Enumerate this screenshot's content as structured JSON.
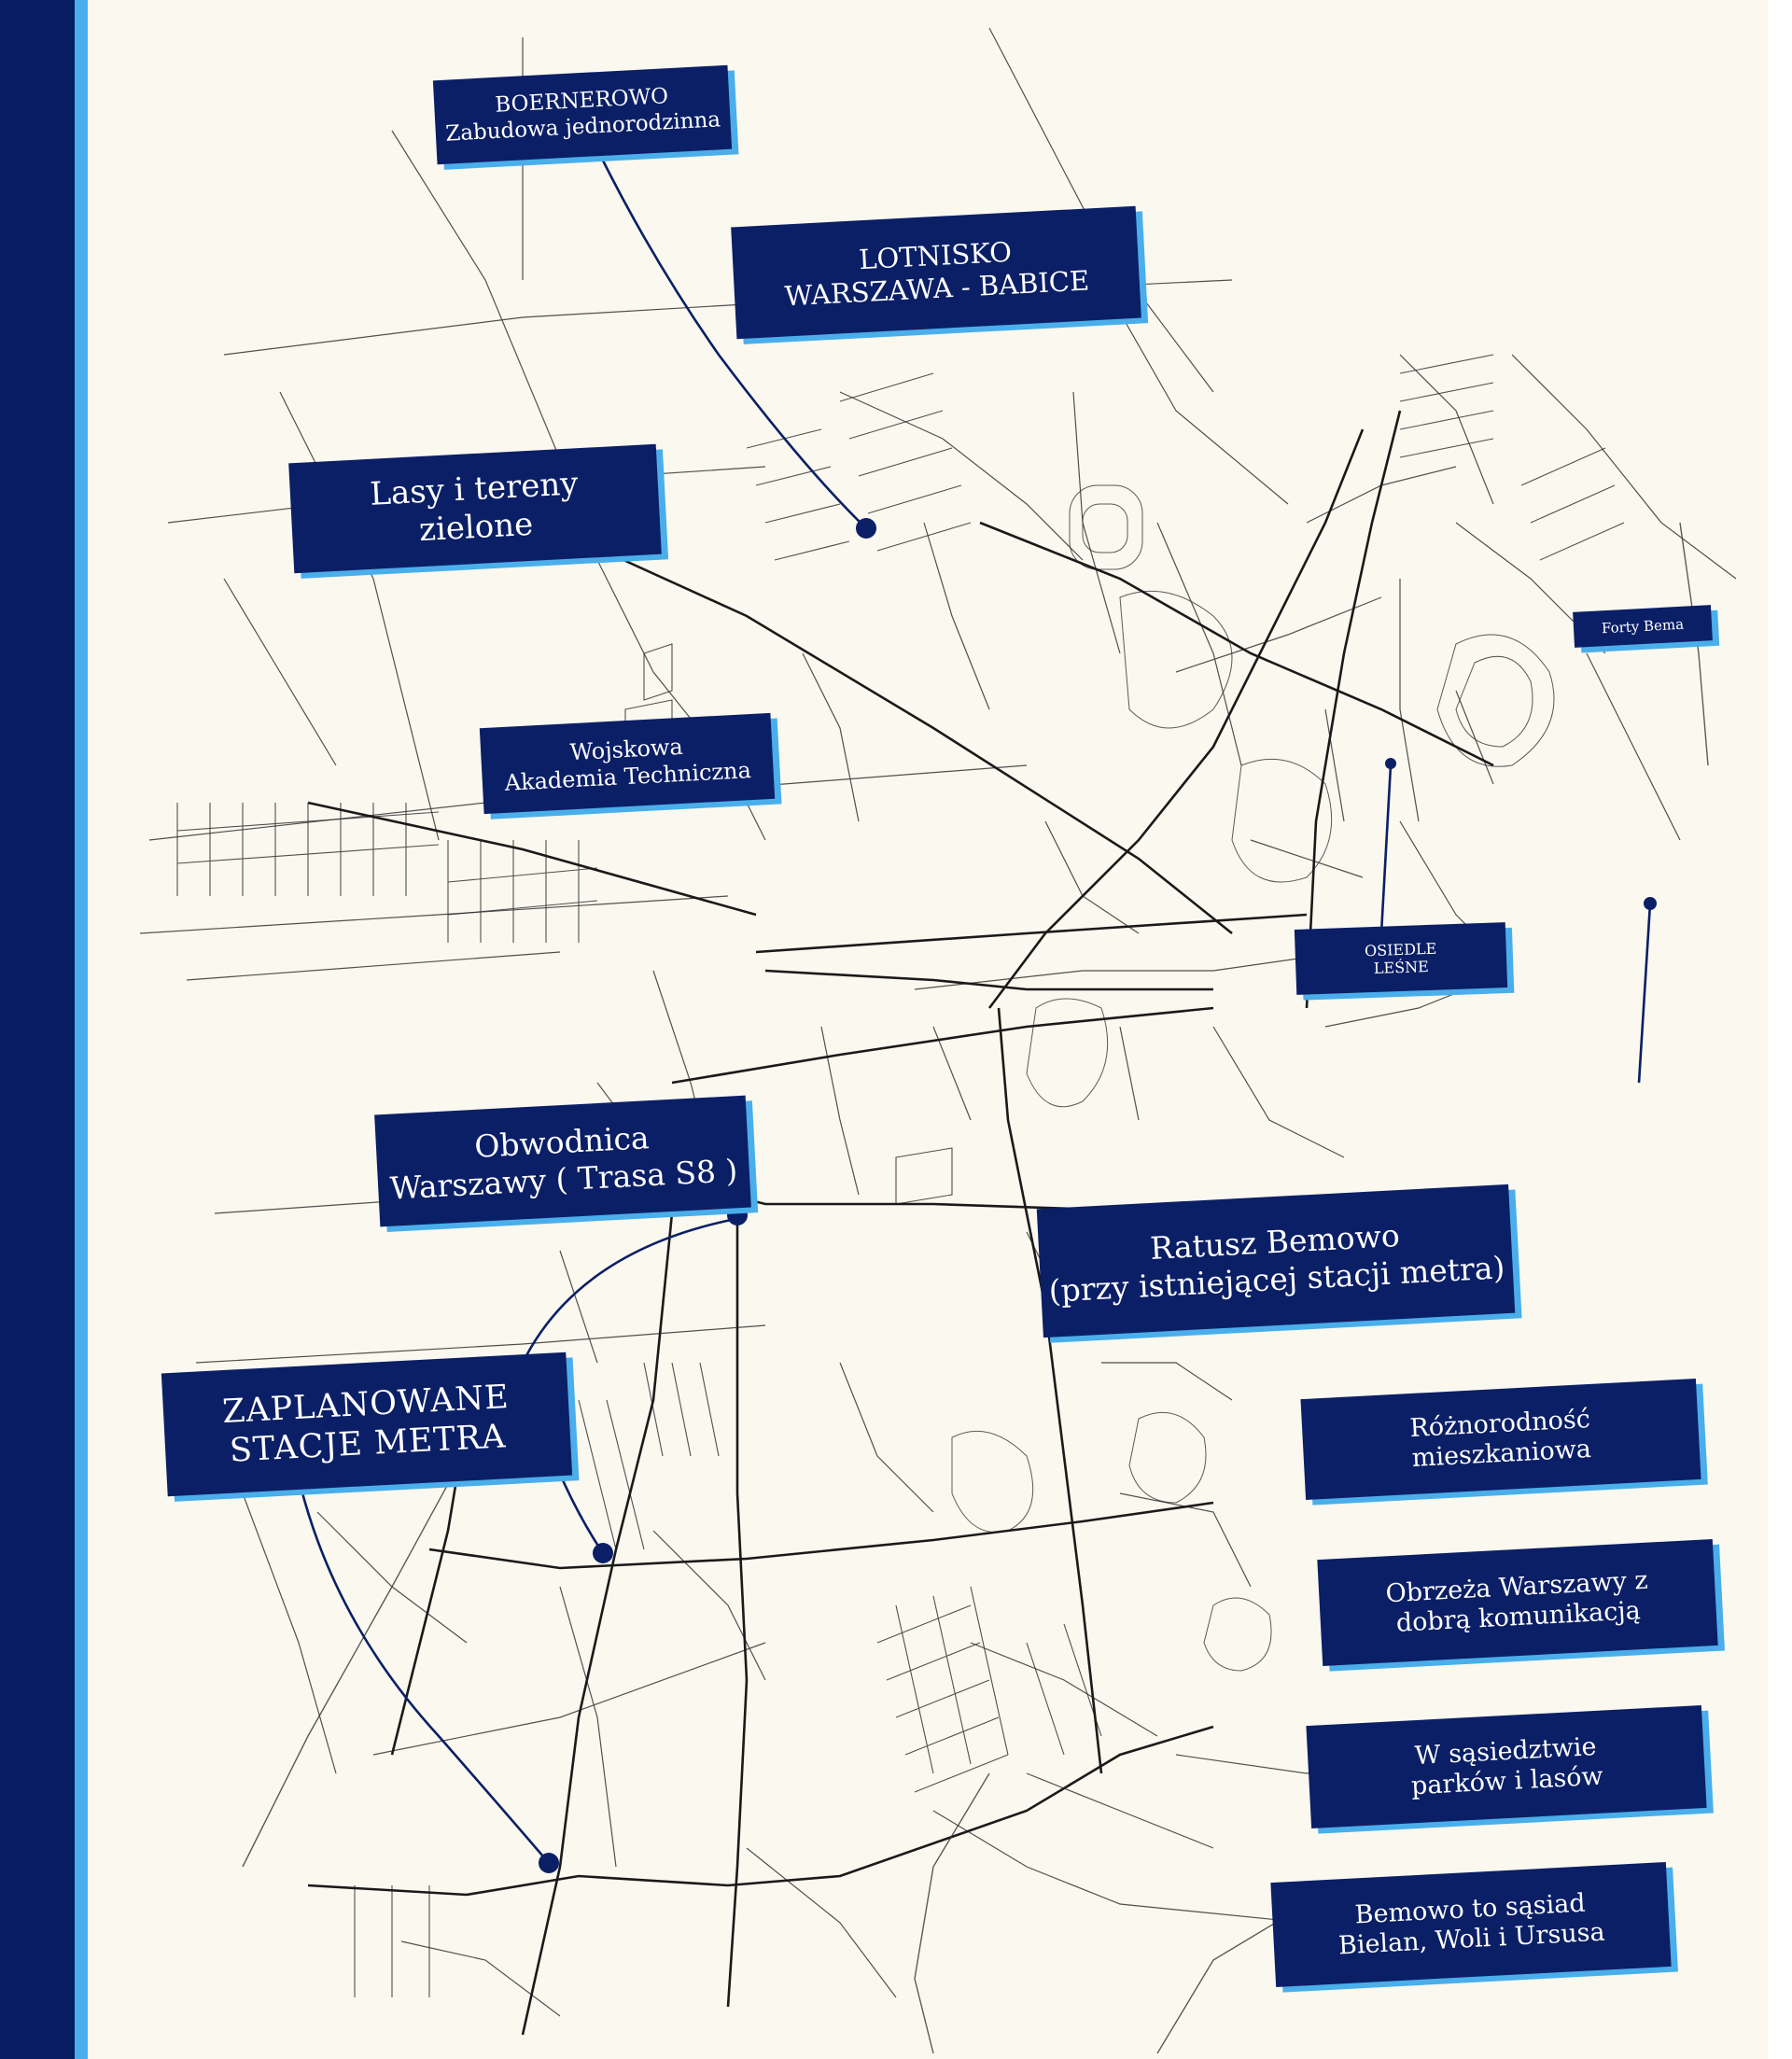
{
  "labels": {
    "boernerowo": {
      "line1": "BOERNEROWO",
      "line2": "Zabudowa jednorodzinna"
    },
    "lotnisko": {
      "line1": "LOTNISKO",
      "line2": "WARSZAWA - BABICE"
    },
    "lasy": {
      "line1": "Lasy i tereny",
      "line2": "zielone"
    },
    "wat": {
      "line1": "Wojskowa",
      "line2": "Akademia Techniczna"
    },
    "forty": {
      "line1": "Forty Bema"
    },
    "osiedle": {
      "line1": "OSIEDLE",
      "line2": "LEŚNE"
    },
    "obwodnica": {
      "line1": "Obwodnica",
      "line2": "Warszawy ( Trasa S8 )"
    },
    "ratusz": {
      "line1": "Ratusz Bemowo",
      "line2": "(przy istniejącej stacji metra)"
    },
    "zaplanowane": {
      "line1": "ZAPLANOWANE",
      "line2": "STACJE  METRA"
    },
    "roznorodnosc": {
      "line1": "Różnorodność",
      "line2": "mieszkaniowa"
    },
    "obrzeza": {
      "line1": "Obrzeża Warszawy z",
      "line2": "dobrą komunikacją"
    },
    "sasiedztwo": {
      "line1": "W sąsiedztwie",
      "line2": "parków i lasów"
    },
    "bemowo": {
      "line1": "Bemowo to sąsiad",
      "line2": "Bielan, Woli i Ursusa"
    }
  },
  "colors": {
    "label_bg": "#0b1f66",
    "label_shadow": "#4aaeea",
    "marker": "#0b1f66",
    "roads": "#222222",
    "background": "#faf8ef"
  }
}
